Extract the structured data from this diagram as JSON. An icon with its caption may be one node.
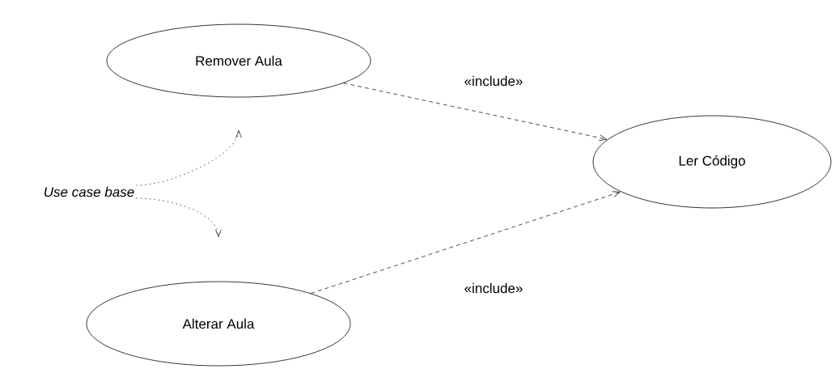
{
  "diagram": {
    "nodes": [
      {
        "text": [
          "Remover Aula"
        ]
      },
      {
        "text": [
          "Ler Código"
        ]
      },
      {
        "text": [
          "Alterar Aula"
        ]
      },
      {
        "text": [
          "Use case base"
        ]
      }
    ],
    "edges": [
      {
        "from": 0,
        "to": 1,
        "arrow": "to",
        "style": "dashed",
        "label": "«include»"
      },
      {
        "from": 2,
        "to": 1,
        "arrow": "to",
        "style": "dashed",
        "label": "«include»"
      },
      {
        "from": 3,
        "to": 0,
        "arrow": "to",
        "style": "dashed"
      },
      {
        "from": 3,
        "to": 2,
        "arrow": "to",
        "style": "dashed"
      }
    ]
  }
}
